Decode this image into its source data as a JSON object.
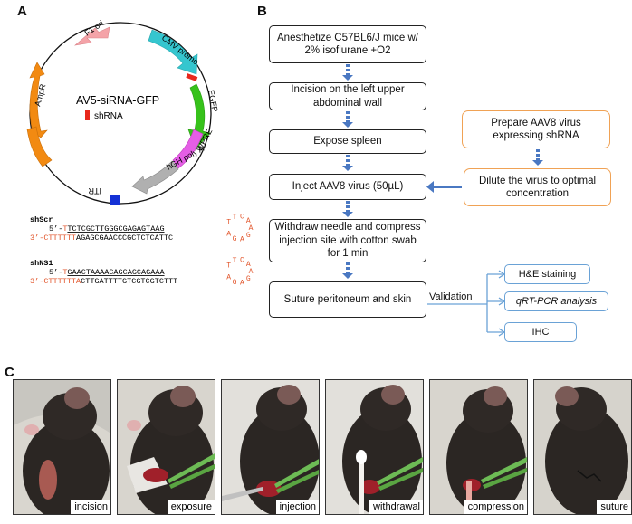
{
  "panel_a": {
    "letter": "A",
    "plasmid_name": "AV5-siRNA-GFP",
    "shrna_label": "shRNA",
    "features": {
      "f1_ori": "F1 ori",
      "cmv": "CMV promo",
      "egfp": "EGFP",
      "wpre": "WPRE",
      "hgh": "hGH poly A",
      "itr": "ITR",
      "ampr": "AmpR"
    },
    "seq_scr": {
      "name": "shScr",
      "top_prefix": "5’-",
      "top_red": "T",
      "top_black": "TCTCGCTTGGGCGAGAGTAAG",
      "bottom_prefix": "3’-",
      "bottom_red": "CTTTTTT",
      "bottom_black": "AGAGCGAACCCGCTCTCATTC",
      "loop": "TTCAAGAGA"
    },
    "seq_ns1": {
      "name": "shNS1",
      "top_prefix": "5’-",
      "top_red": "T",
      "top_black": "GAACTAAAACAGCAGCAGAAA",
      "bottom_prefix": "3’-",
      "bottom_red": "CTTTTTTA",
      "bottom_black": "CTTGATTTTGTCGTCGTCTTT",
      "loop": "TTCAAGAGA"
    },
    "colors": {
      "f1_ori": "#f4a3a8",
      "cmv": "#35c6cf",
      "egfp": "#36c21a",
      "wpre": "#e55ee6",
      "hgh": "#b0b0b0",
      "ampr": "#f28a12",
      "itr": "#1431d6",
      "shrna": "#e8281c",
      "seq_red": "#e2562c"
    }
  },
  "panel_b": {
    "letter": "B",
    "step1": "Anesthetize C57BL6/J mice w/ 2% isoflurane +O2",
    "step2": "Incision on the left upper abdominal wall",
    "step3": "Expose spleen",
    "step4": "Inject AAV8 virus (50µL)",
    "step5": "Withdraw needle and compress injection site with cotton swab for 1 min",
    "step6": "Suture peritoneum and skin",
    "prep1": "Prepare AAV8 virus expressing shRNA",
    "prep2": "Dilute the virus to optimal concentration",
    "validation_label": "Validation",
    "val1": "H&E staining",
    "val2": "qRT-PCR analysis",
    "val3": "IHC",
    "colors": {
      "flow_arrow": "#4a78c2",
      "orange_border": "#f0a255",
      "blue_border": "#6aa2d6"
    }
  },
  "panel_c": {
    "letter": "C",
    "photos": [
      "incision",
      "exposure",
      "injection",
      "withdrawal",
      "compression",
      "suture"
    ]
  }
}
